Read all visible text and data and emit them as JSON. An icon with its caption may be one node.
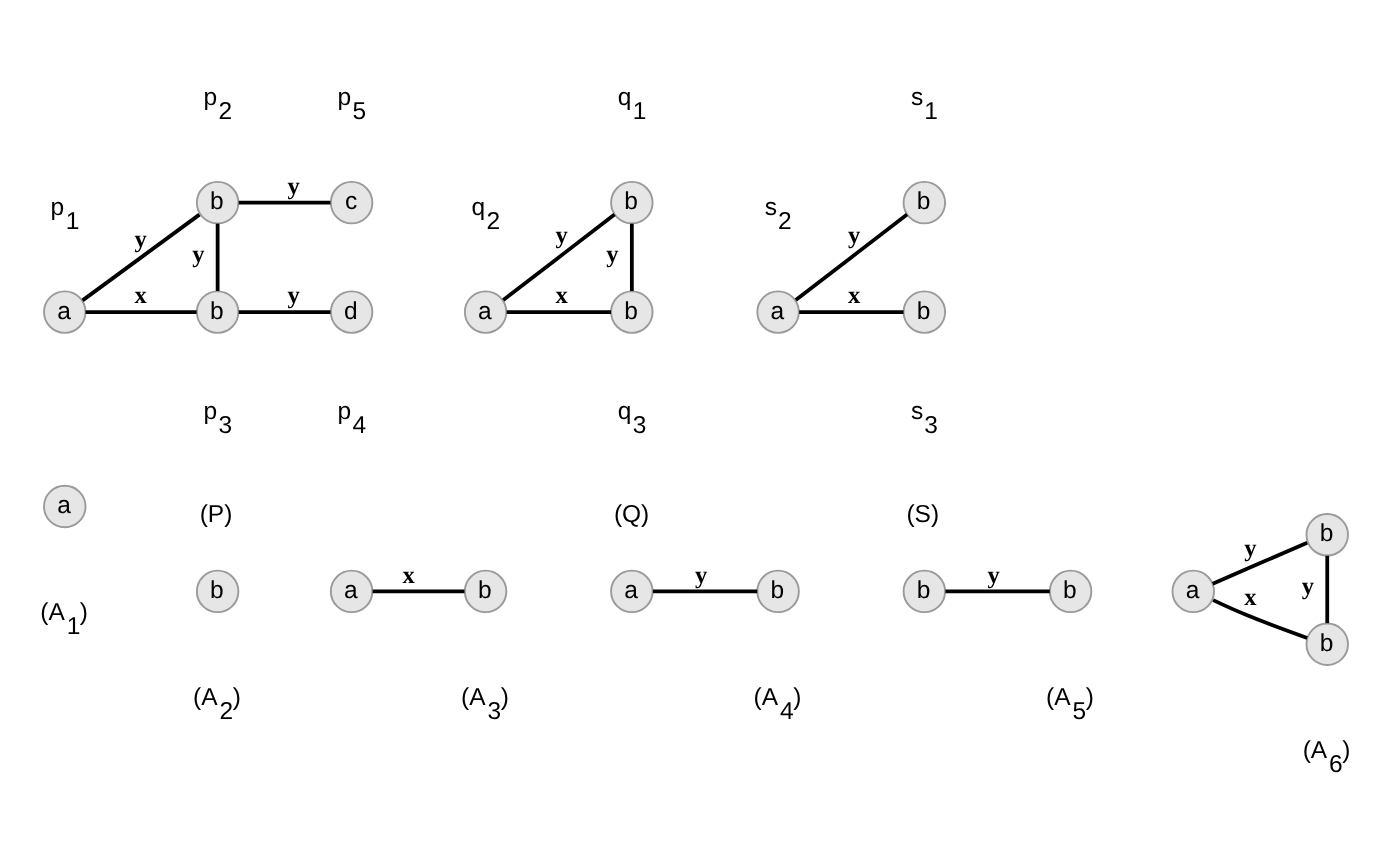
{
  "diagram": {
    "nodes": [
      {
        "text": [
          "a"
        ],
        "beside": [
          "p$_{1}$"
        ]
      },
      {
        "text": [
          "b"
        ],
        "beside": [
          "p$_{2}$"
        ]
      },
      {
        "text": [
          "b"
        ],
        "beside": [
          "p$_{3}$"
        ]
      },
      {
        "text": [
          "c"
        ],
        "beside": [
          "p$_{5}$"
        ]
      },
      {
        "text": [
          "d"
        ],
        "beside": [
          "p$_{4}$"
        ]
      },
      {
        "text": [
          "a"
        ],
        "beside": [
          "q$_{2}$"
        ]
      },
      {
        "text": [
          "b"
        ],
        "beside": [
          "q$_{1}$"
        ]
      },
      {
        "text": [
          "b"
        ],
        "beside": [
          "q$_{3}$"
        ]
      },
      {
        "text": [
          "a"
        ],
        "beside": [
          "s$_{2}$"
        ]
      },
      {
        "text": [
          "b"
        ],
        "beside": [
          "s$_{1}$"
        ]
      },
      {
        "text": [
          "b"
        ],
        "beside": [
          "s$_{3}$"
        ]
      },
      {
        "text": [
          "a"
        ]
      },
      {
        "text": [
          "b"
        ]
      },
      {
        "text": [
          "a"
        ]
      },
      {
        "text": [
          "b"
        ]
      },
      {
        "text": [
          "a"
        ]
      },
      {
        "text": [
          "b"
        ]
      },
      {
        "text": [
          "b"
        ]
      },
      {
        "text": [
          "b"
        ]
      },
      {
        "text": [
          "a"
        ]
      },
      {
        "text": [
          "b"
        ]
      },
      {
        "text": [
          "b"
        ]
      }
    ],
    "edges": [
      {
        "from": 0,
        "to": 1,
        "arrow": "none",
        "label": "y"
      },
      {
        "from": 0,
        "to": 2,
        "arrow": "none",
        "label": "x"
      },
      {
        "from": 1,
        "to": 2,
        "arrow": "none",
        "label": "y"
      },
      {
        "from": 1,
        "to": 3,
        "arrow": "none",
        "label": "y"
      },
      {
        "from": 2,
        "to": 4,
        "arrow": "none",
        "label": "y"
      },
      {
        "from": 5,
        "to": 6,
        "arrow": "none",
        "label": "y"
      },
      {
        "from": 5,
        "to": 7,
        "arrow": "none",
        "label": "x"
      },
      {
        "from": 6,
        "to": 7,
        "arrow": "none",
        "label": "y"
      },
      {
        "from": 8,
        "to": 9,
        "arrow": "none",
        "label": "y"
      },
      {
        "from": 8,
        "to": 10,
        "arrow": "none",
        "label": "x"
      },
      {
        "from": 13,
        "to": 14,
        "arrow": "none",
        "label": "x"
      },
      {
        "from": 15,
        "to": 16,
        "arrow": "none",
        "label": "y"
      },
      {
        "from": 17,
        "to": 18,
        "arrow": "none",
        "label": "y"
      },
      {
        "from": 19,
        "to": 20,
        "arrow": "none",
        "label": "y"
      },
      {
        "from": 19,
        "to": 21,
        "arrow": "none",
        "label": "x"
      },
      {
        "from": 20,
        "to": 21,
        "arrow": "none",
        "label": "y"
      }
    ],
    "labels": [
      "(P)",
      "(Q)",
      "(S)",
      "(A$_{1}$)",
      "(A$_{2}$)",
      "(A$_{3}$)",
      "(A$_{4}$)",
      "(A$_{5}$)",
      "(A$_{6}$)"
    ]
  }
}
